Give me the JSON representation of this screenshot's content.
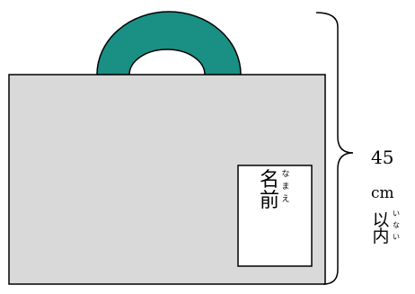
{
  "colors": {
    "bag_fill": "#d9d9d9",
    "handle_fill": "#1a8f84",
    "outline": "#000000",
    "tag_fill": "#ffffff"
  },
  "name_tag": {
    "main": [
      "名",
      "前"
    ],
    "ruby": [
      "な",
      "ま",
      "え"
    ]
  },
  "size_label": {
    "value": "45",
    "unit": "cm",
    "limit": [
      "以",
      "内"
    ],
    "limit_ruby": [
      "い",
      "な",
      "い"
    ]
  }
}
